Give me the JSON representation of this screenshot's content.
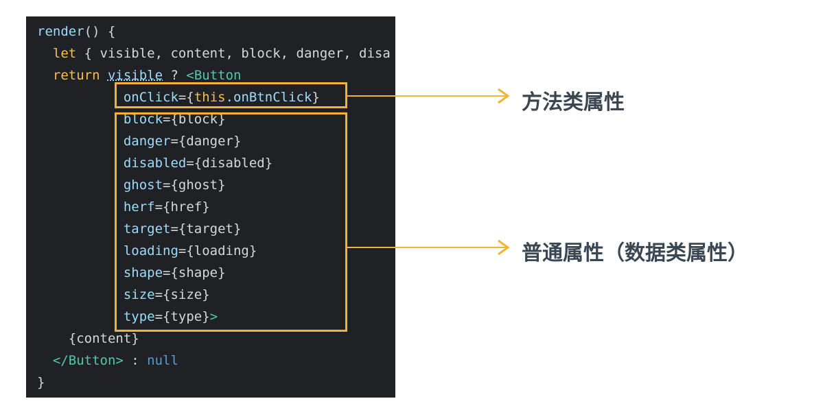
{
  "code": {
    "l1_fn": "render",
    "l1_rest": "() {",
    "l2_kw": "let",
    "l2_rest": " { visible, content, block, danger, disa",
    "l3_kw": "return",
    "l3_var": "visible",
    "l3_op": " ? ",
    "l3_tag": "<Button",
    "l4_attr": "onClick",
    "l4_eq": "={",
    "l4_this": "this",
    "l4_method": ".onBtnClick",
    "l4_close": "}",
    "props": [
      {
        "attr": "block",
        "val": "={block}"
      },
      {
        "attr": "danger",
        "val": "={danger}"
      },
      {
        "attr": "disabled",
        "val": "={disabled}"
      },
      {
        "attr": "ghost",
        "val": "={ghost}"
      },
      {
        "attr": "herf",
        "val": "={href}"
      },
      {
        "attr": "target",
        "val": "={target}"
      },
      {
        "attr": "loading",
        "val": "={loading}"
      },
      {
        "attr": "shape",
        "val": "={shape}"
      },
      {
        "attr": "size",
        "val": "={size}"
      },
      {
        "attr": "type",
        "val": "={type}"
      }
    ],
    "last_prop_close": ">",
    "content_line": "{content}",
    "close_tag": "</Button>",
    "close_op": " : ",
    "null_kw": "null",
    "final_brace": "}"
  },
  "annotations": {
    "method": "方法类属性",
    "data": "普通属性（数据类属性）"
  },
  "colors": {
    "highlight": "#f5b335",
    "panel_bg": "#1f2124",
    "annotation_text": "#3b4653"
  }
}
